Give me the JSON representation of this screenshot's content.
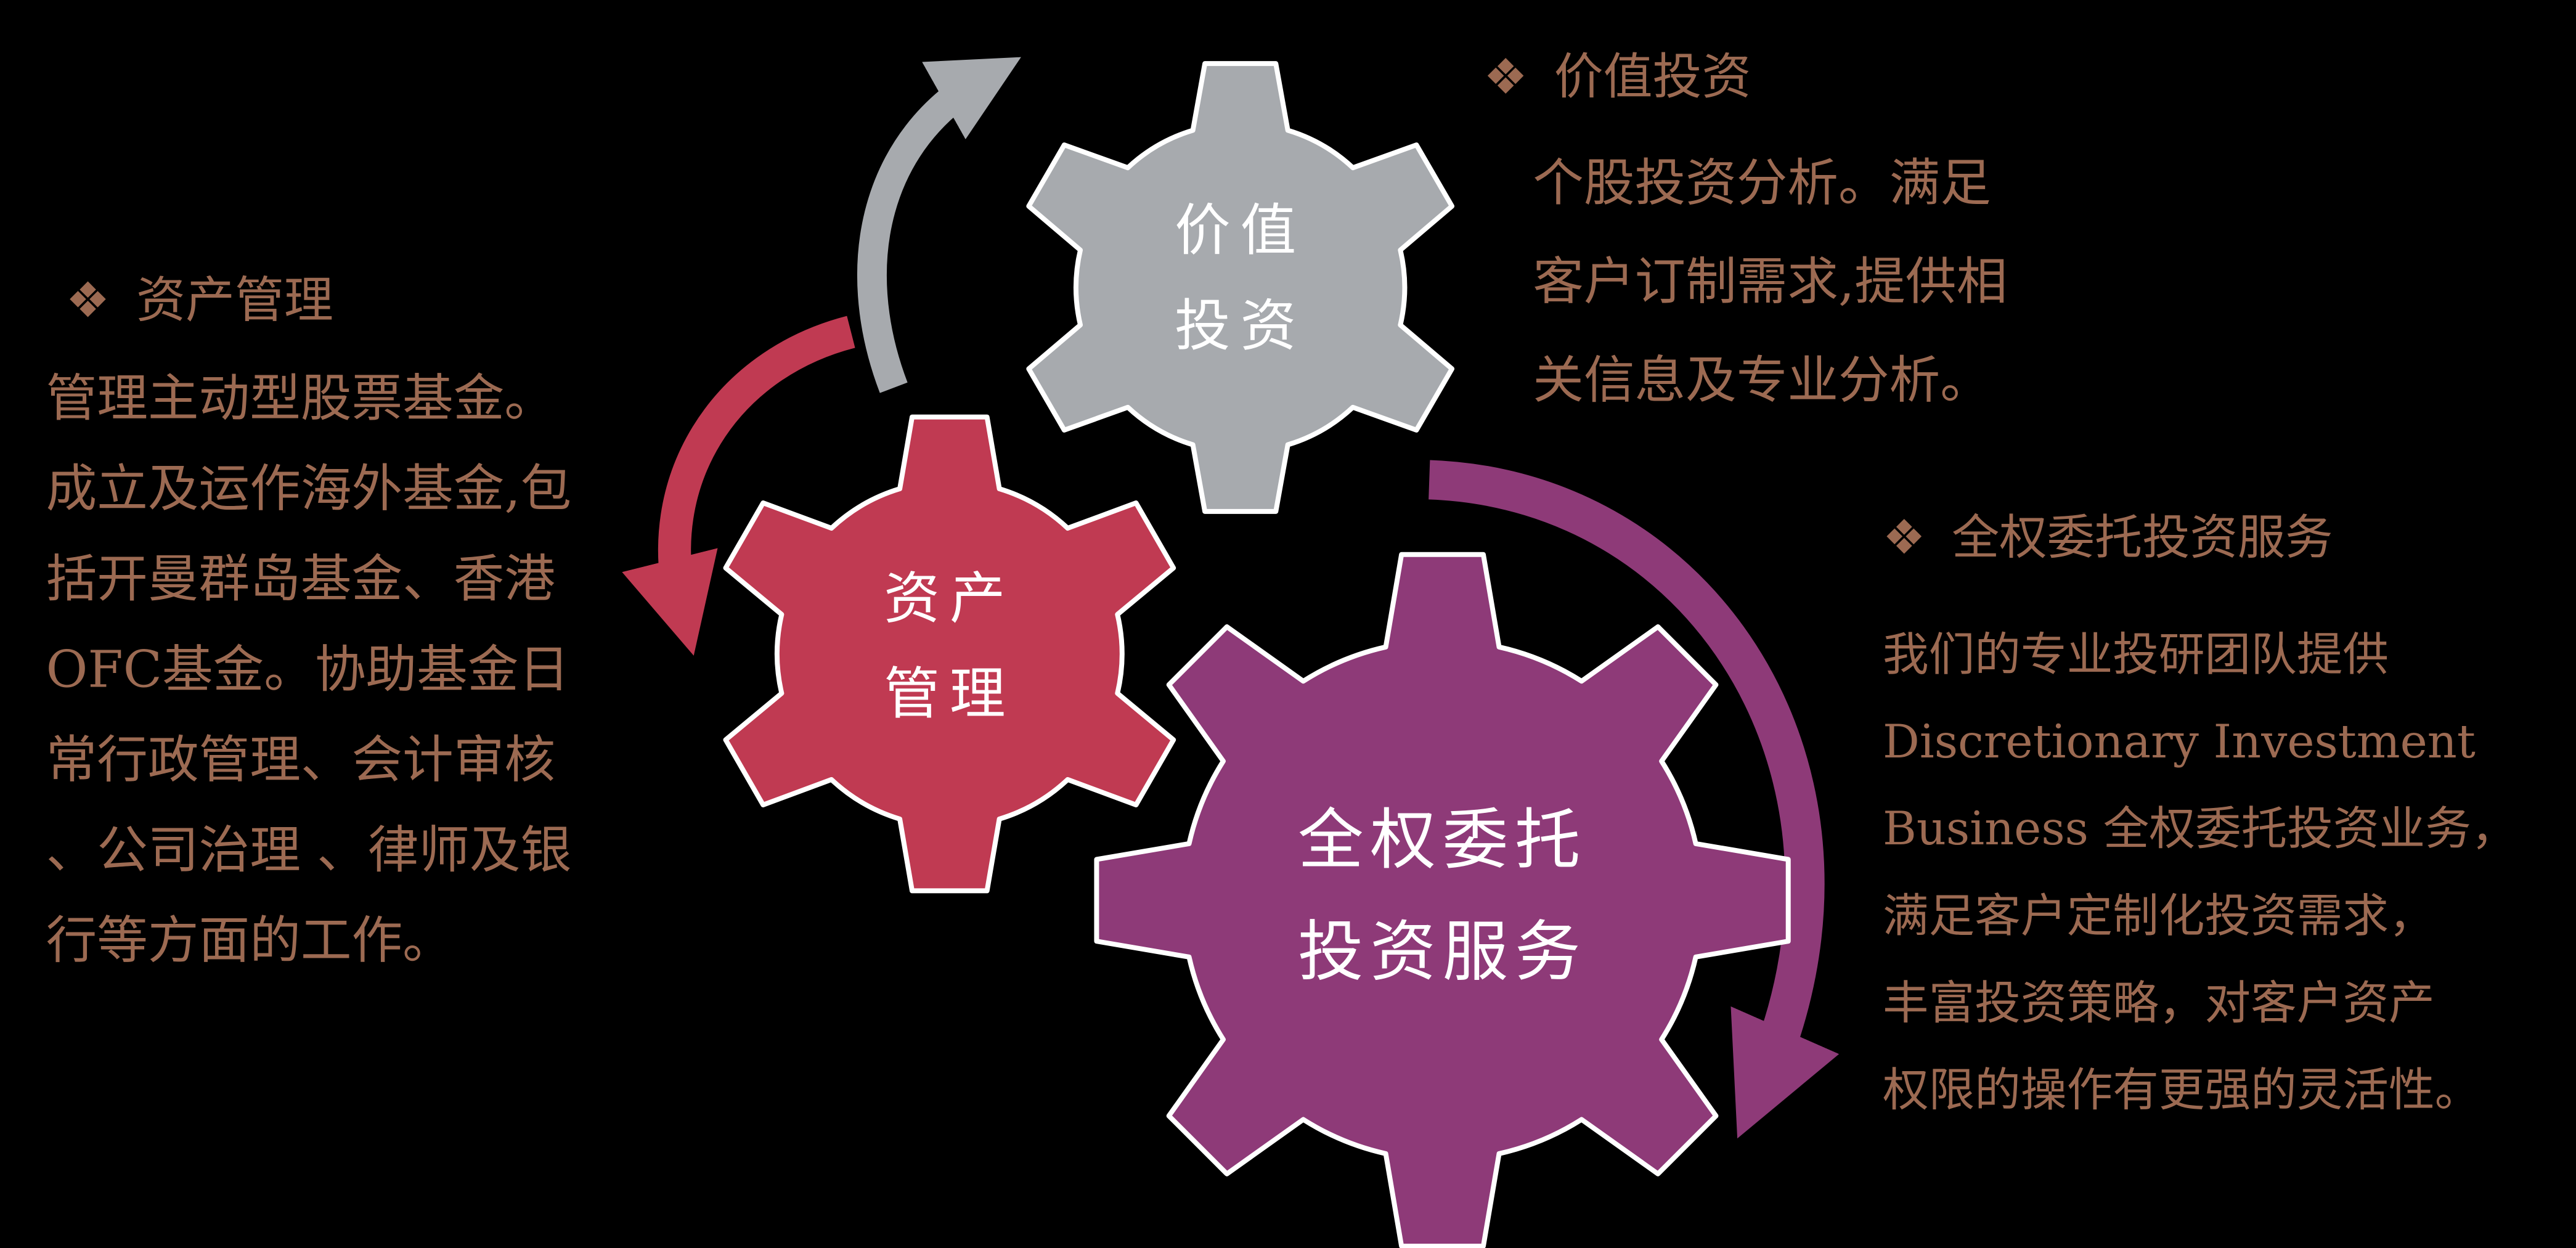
{
  "colors": {
    "background": "#000000",
    "note_text": "#9c6a52",
    "gear_gray": "#a7aaae",
    "gear_red": "#c03a52",
    "gear_purple": "#8e3a78",
    "gear_label": "#ffffff"
  },
  "gears": {
    "value": {
      "line1": "价值",
      "line2": "投资"
    },
    "asset": {
      "line1": "资产",
      "line2": "管理"
    },
    "discretionary": {
      "line1": "全权委托",
      "line2": "投资服务"
    }
  },
  "notes": {
    "asset": {
      "bullet": "❖",
      "title": "资产管理",
      "lines": [
        "管理主动型股票基金。",
        "成立及运作海外基金,包",
        "括开曼群岛基金、香港",
        "OFC基金。协助基金日",
        "常行政管理、会计审核",
        "、公司治理 、律师及银",
        "行等方面的工作。"
      ]
    },
    "value": {
      "bullet": "❖",
      "title": "价值投资",
      "lines": [
        "个股投资分析。满足",
        "客户订制需求,提供相",
        "关信息及专业分析。"
      ]
    },
    "discretionary": {
      "bullet": "❖",
      "title": "全权委托投资服务",
      "lines": [
        "我们的专业投研团队提供",
        "Discretionary Investment",
        "Business 全权委托投资业务，",
        "满足客户定制化投资需求，",
        "丰富投资策略，对客户资产",
        "权限的操作有更强的灵活性。"
      ]
    }
  }
}
